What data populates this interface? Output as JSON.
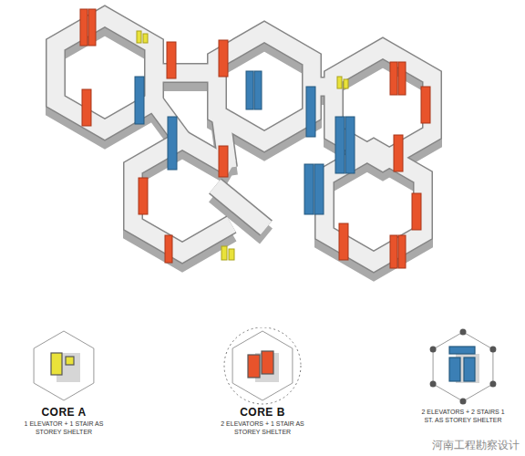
{
  "diagram": {
    "nodes": [
      {
        "text": [
          "CORE A",
          "1 ELEVATOR + 1 STAIR AS STOREY SHELTER"
        ]
      },
      {
        "text": [
          "CORE B",
          "2 ELEVATORS + 1 STAIR AS STOREY SHELTER"
        ]
      },
      {
        "text": [
          "2 ELEVATORS + 2 STAIRS 1 ST. AS STOREY SHELTER"
        ]
      }
    ],
    "labels": [
      "河南工程勘察设计"
    ]
  }
}
